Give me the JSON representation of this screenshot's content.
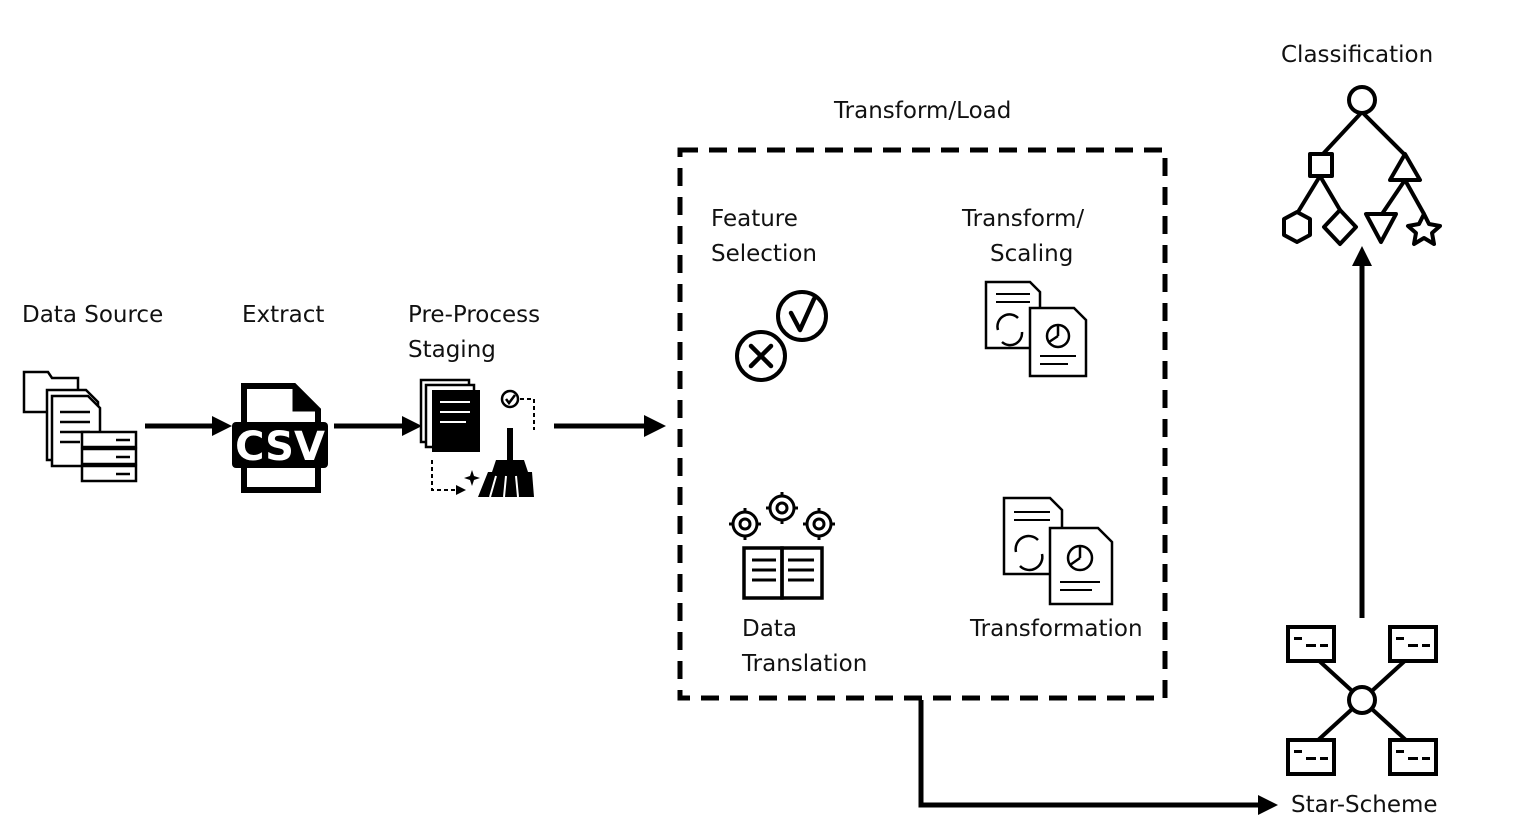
{
  "labels": {
    "data_source": "Data Source",
    "extract": "Extract",
    "preprocess_line1": "Pre-Process",
    "preprocess_line2": "Staging",
    "transform_load": "Transform/Load",
    "feature_line1": "Feature",
    "feature_line2": "Selection",
    "transform_scaling_line1": "Transform/",
    "transform_scaling_line2": "Scaling",
    "data_translation_line1": "Data",
    "data_translation_line2": "Translation",
    "transformation": "Transformation",
    "classification": "Classification",
    "star_scheme": "Star-Scheme",
    "csv": "CSV"
  },
  "icons": [
    "folder-documents-server-icon",
    "csv-file-icon",
    "documents-broom-icon",
    "reject-accept-icon",
    "document-chart-icon",
    "gears-book-icon",
    "decision-tree-icon",
    "star-schema-icon"
  ]
}
